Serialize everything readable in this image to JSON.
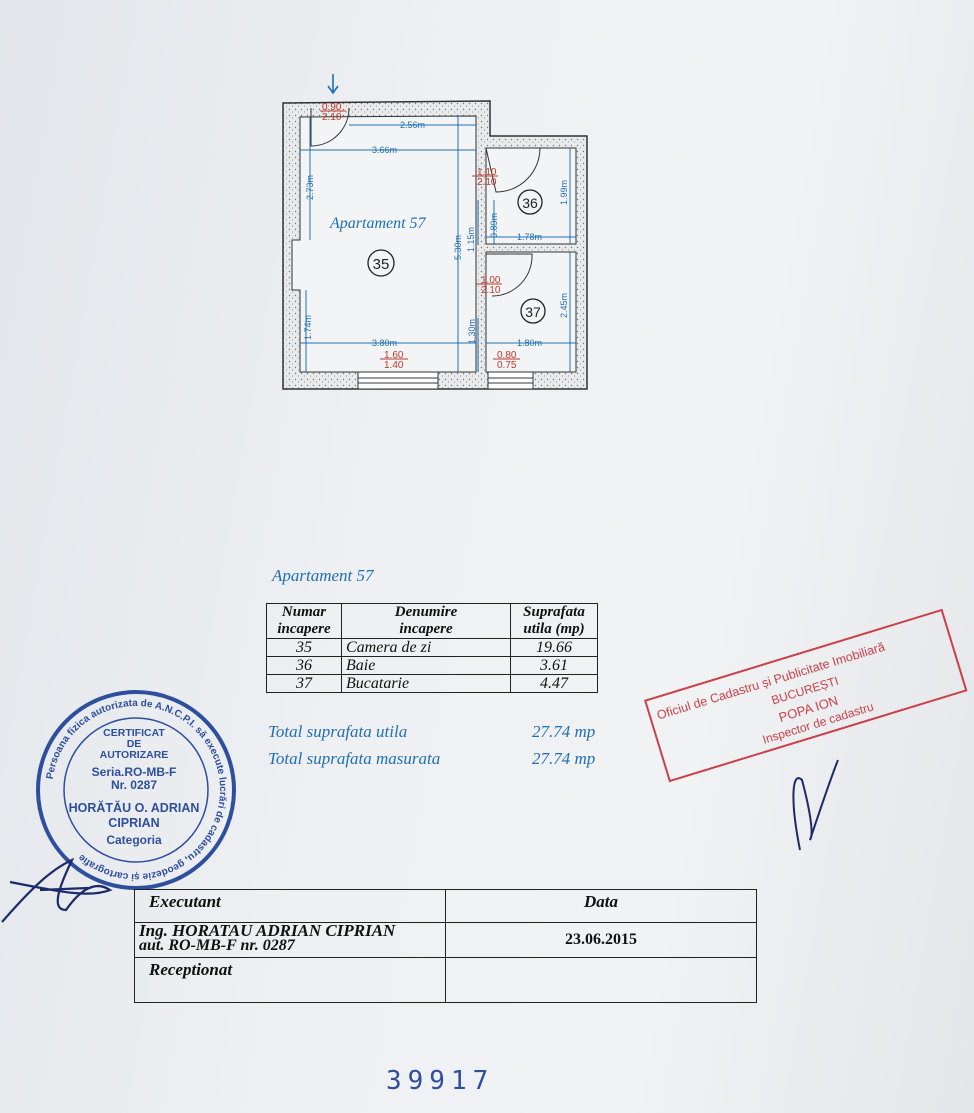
{
  "floor_plan": {
    "apartment_label": "Apartament 57",
    "rooms": [
      {
        "number": "35",
        "room": "main"
      },
      {
        "number": "36",
        "room": "bath"
      },
      {
        "number": "37",
        "room": "kitchen"
      }
    ],
    "dimensions": [
      "2.56m",
      "3.66m",
      "2.73m",
      "5.30m",
      "1.15m",
      "0.89m",
      "1.78m",
      "1.99m",
      "1.80m",
      "2.45m",
      "1.30m",
      "3.80m",
      "1.74m"
    ],
    "openings": [
      {
        "w": "0.90",
        "h": "2.10"
      },
      {
        "w": "1.10",
        "h": "2.10"
      },
      {
        "w": "1.00",
        "h": "2.10"
      },
      {
        "w": "1.60",
        "h": "1.40"
      },
      {
        "w": "0.80",
        "h": "0.75"
      }
    ],
    "colors": {
      "dimension": "#1f6fb5",
      "opening": "#c0392b",
      "wall": "#333333"
    }
  },
  "rooms_table": {
    "title": "Apartament 57",
    "headers": [
      [
        "Numar",
        "incapere"
      ],
      [
        "Denumire",
        "incapere"
      ],
      [
        "Suprafata",
        "utila (mp)"
      ]
    ],
    "rows": [
      {
        "number": "35",
        "name": "Camera de zi",
        "area": "19.66"
      },
      {
        "number": "36",
        "name": "Baie",
        "area": "3.61"
      },
      {
        "number": "37",
        "name": "Bucatarie",
        "area": "4.47"
      }
    ],
    "total_useful_label": "Total suprafata utila",
    "total_useful_value": "27.74 mp",
    "total_measured_label": "Total suprafata masurata",
    "total_measured_value": "27.74 mp"
  },
  "authorization_stamp": {
    "lines": [
      "CERTIFICAT",
      "DE",
      "AUTORIZARE",
      "Seria.RO-MB-F",
      "Nr. 0287",
      "HORĂTĂU O. ADRIAN",
      "CIPRIAN",
      "Categoria"
    ],
    "ring_text": "Persoana fizica autorizata de A.N.C.P.I. să execute lucrări de cadastru, geodezie și cartografie",
    "color": "#2e4f9d"
  },
  "ocpi_stamp": {
    "lines": [
      "Oficiul de Cadastru și Publicitate Imobiliară",
      "BUCUREȘTI",
      "POPA ION",
      "Inspector de cadastru"
    ],
    "color": "#c9414a"
  },
  "signature_table": {
    "executant_label": "Executant",
    "date_label": "Data",
    "engineer_name": "Ing. HORATAU ADRIAN CIPRIAN",
    "authorization": "aut. RO-MB-F nr. 0287",
    "date": "23.06.2015",
    "received_label": "Receptionat"
  },
  "serial_number": "39917"
}
